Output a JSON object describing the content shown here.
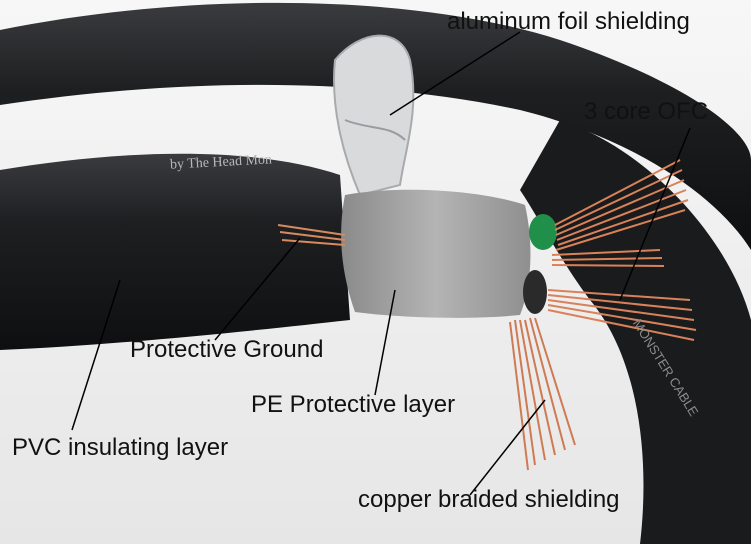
{
  "labels": {
    "aluminum_foil": "aluminum foil shielding",
    "core": "3 core OFC",
    "protective_ground": "Protective Ground",
    "pe_layer": "PE Protective layer",
    "pvc_layer": "PVC insulating layer",
    "copper_braid": "copper braided shielding"
  },
  "cable_print": {
    "jacket_text": "by  The Head Mon",
    "side_text": "MONSTER CABLE"
  },
  "colors": {
    "jacket": "#1c1d1f",
    "pe_layer": "#9c9c9c",
    "foil": "#d9dadc",
    "copper": "#d9825a",
    "green_insulation": "#1f8f4a",
    "background": "#f2f2f2"
  }
}
